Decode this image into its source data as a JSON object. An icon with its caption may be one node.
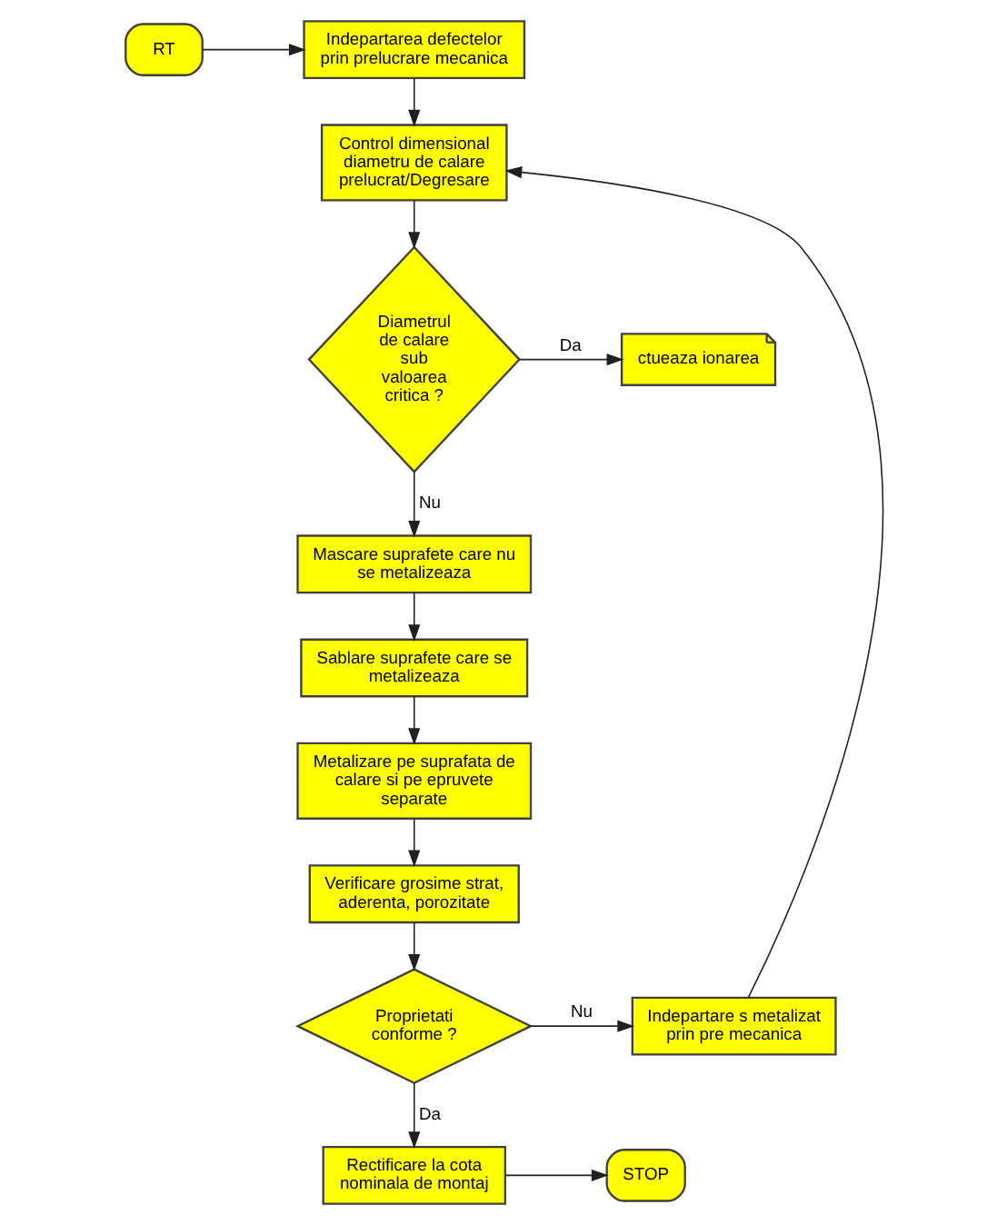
{
  "diagram": {
    "nodes": [
      {
        "text": [
          "RT"
        ]
      },
      {
        "text": [
          "Indepartarea defectelor prin prelucrare mecanica"
        ]
      },
      {
        "text": [
          "Control dimensional diametru de calare prelucrat/Degresare"
        ]
      },
      {
        "text": [
          "Diametrul de calare sub valoarea critica ?"
        ]
      },
      {
        "text": [
          "ctueaza ionarea"
        ]
      },
      {
        "text": [
          "Mascare suprafete care nu se metalizeaza"
        ]
      },
      {
        "text": [
          "Sablare suprafete care se metalizeaza"
        ]
      },
      {
        "text": [
          "Metalizare pe suprafata de calare si pe epruvete separate"
        ]
      },
      {
        "text": [
          "Verificare grosime strat, aderenta, porozitate"
        ]
      },
      {
        "text": [
          "Proprietati conforme ?"
        ]
      },
      {
        "text": [
          "Indepartare s metalizat prin pre mecanica"
        ]
      },
      {
        "text": [
          "Rectificare la cota nominala de montaj"
        ]
      },
      {
        "text": [
          "STOP"
        ]
      }
    ],
    "edges": [
      {
        "from": 0,
        "to": 1,
        "arrow": "to"
      },
      {
        "from": 1,
        "to": 2,
        "arrow": "to"
      },
      {
        "from": 2,
        "to": 3,
        "arrow": "to"
      },
      {
        "from": 3,
        "to": 4,
        "arrow": "to",
        "label": "Da"
      },
      {
        "from": 3,
        "to": 5,
        "arrow": "to",
        "label": "Nu"
      },
      {
        "from": 5,
        "to": 6,
        "arrow": "to"
      },
      {
        "from": 6,
        "to": 7,
        "arrow": "to"
      },
      {
        "from": 7,
        "to": 8,
        "arrow": "to"
      },
      {
        "from": 8,
        "to": 9,
        "arrow": "to"
      },
      {
        "from": 9,
        "to": 10,
        "arrow": "to",
        "label": "Nu"
      },
      {
        "from": 10,
        "to": 2,
        "arrow": "to"
      },
      {
        "from": 9,
        "to": 11,
        "arrow": "to",
        "label": "Da"
      },
      {
        "from": 11,
        "to": 12,
        "arrow": "to"
      }
    ]
  }
}
